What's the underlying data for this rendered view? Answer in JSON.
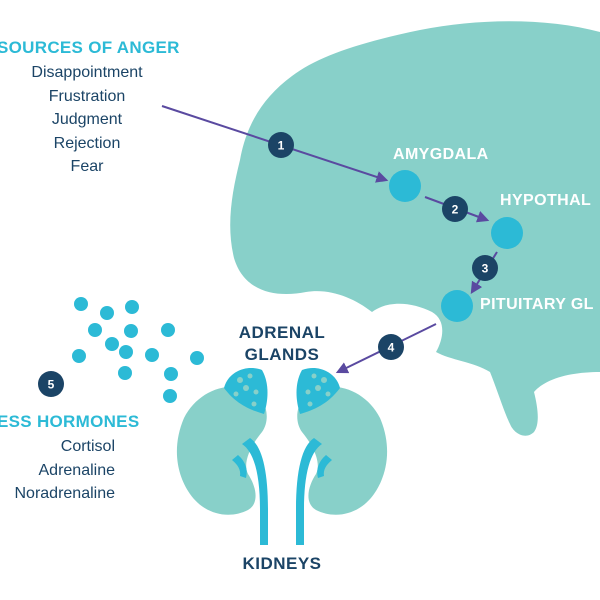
{
  "sources": {
    "title": "SOURCES OF ANGER",
    "items": [
      "Disappointment",
      "Frustration",
      "Judgment",
      "Rejection",
      "Fear"
    ]
  },
  "brain_labels": {
    "amygdala": "AMYGDALA",
    "hypothalamus": "HYPOTHAL",
    "pituitary": "PITUITARY GL"
  },
  "adrenal": {
    "line1": "ADRENAL",
    "line2": "GLANDS"
  },
  "kidneys": "KIDNEYS",
  "hormones": {
    "title": "ESS HORMONES",
    "items": [
      "Cortisol",
      "Adrenaline",
      "Noradrenaline"
    ]
  },
  "steps": [
    "1",
    "2",
    "3",
    "4",
    "5"
  ],
  "colors": {
    "brain": "#88d0c9",
    "cyan": "#2cbad6",
    "navy": "#1b4466",
    "arrow": "#5a4aa0"
  }
}
